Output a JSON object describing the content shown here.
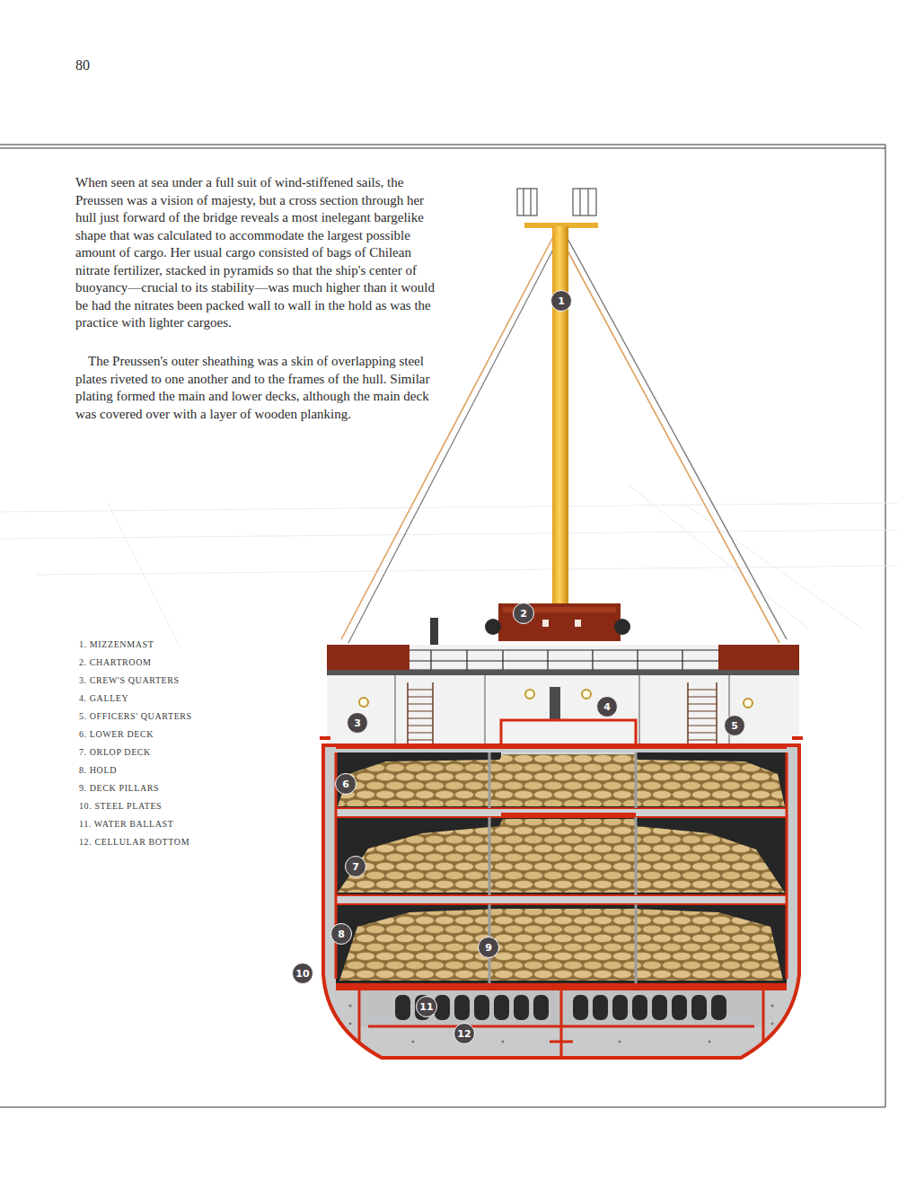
{
  "diagram": {
    "labels": [
      "80",
      "When seen at sea under a full suit of wind-stiffened sails, the Preussen was a vision of majesty, but a cross section through her hull just forward of the bridge reveals a most inelegant bargelike shape that was calculated to accommodate the largest possible amount of cargo. Her usual cargo consisted of bags of Chilean nitrate fertilizer, stacked in pyramids so that the ship's center of buoyancy—crucial to its stability—was much higher than it would be had the nitrates been packed wall to wall in the hold as was the practice with lighter cargoes.",
      "The Preussen's outer sheathing was a skin of overlapping steel plates riveted to one another and to the frames of the hull. Similar plating formed the main and lower decks, although the main deck was covered over with a layer of wooden planking.",
      "1. MIZZENMAST",
      "2. CHARTROOM",
      "3. CREW'S QUARTERS",
      "4. GALLEY",
      "5. OFFICERS' QUARTERS",
      "6. LOWER DECK",
      "7. ORLOP DECK",
      "8. HOLD",
      "9. DECK PILLARS",
      "10. STEEL PLATES",
      "11. WATER BALLAST",
      "12. CELLULAR BOTTOM",
      "1",
      "2",
      "3",
      "4",
      "5",
      "6",
      "7",
      "8",
      "9",
      "10",
      "11",
      "12"
    ]
  }
}
